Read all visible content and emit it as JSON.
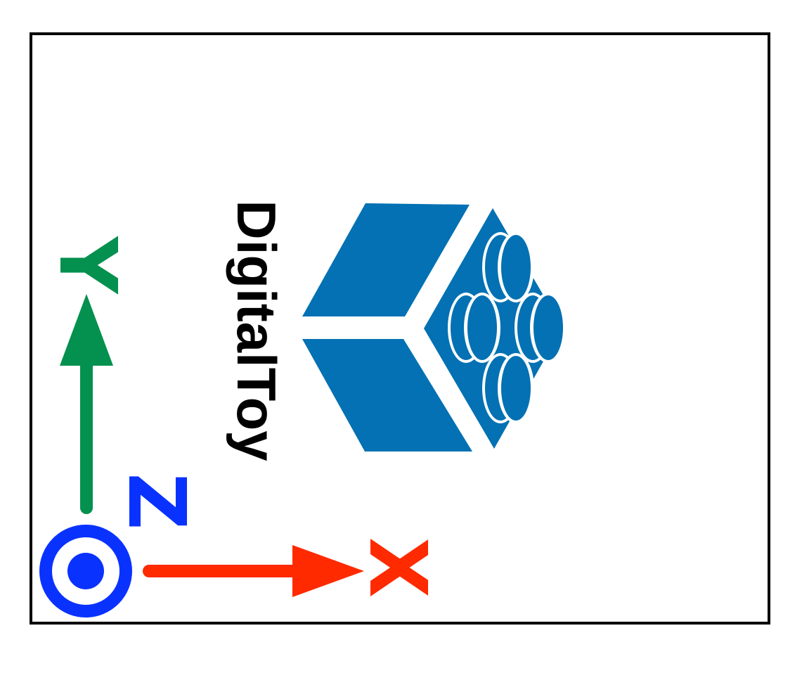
{
  "brand": {
    "name": "DigitalToy",
    "logo_color": "#0371B3"
  },
  "axes": {
    "x": {
      "label": "X",
      "color": "#FF2A00"
    },
    "y": {
      "label": "Y",
      "color": "#04904E"
    },
    "z": {
      "label": "Z",
      "color": "#0A32FF"
    }
  },
  "frame": {
    "border_color": "#000000"
  }
}
